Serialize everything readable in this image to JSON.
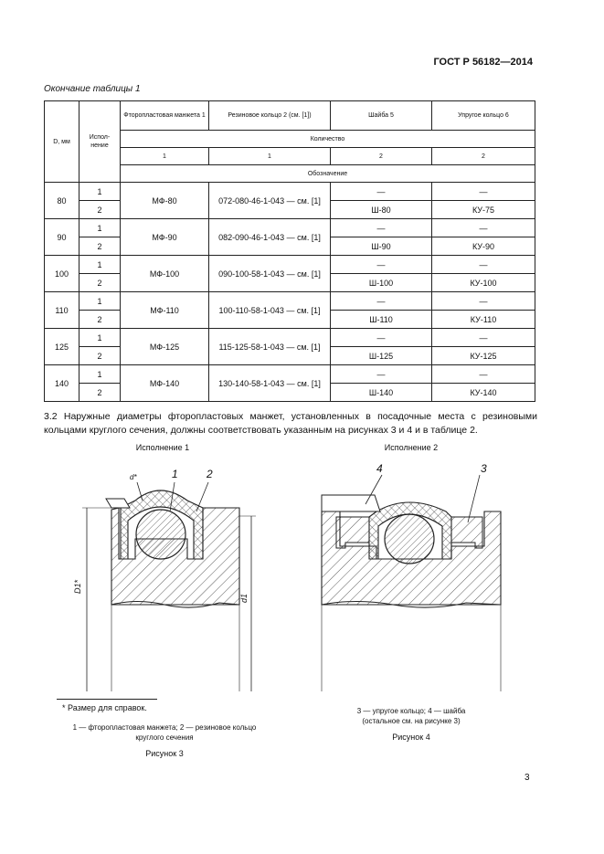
{
  "header": {
    "standard": "ГОСТ Р 56182—2014"
  },
  "table": {
    "caption": "Окончание таблицы 1",
    "col_d": "D, мм",
    "col_exec": "Испол-\nнение",
    "col_cuff": "Фторопластовая манжета 1",
    "col_ring": "Резиновое кольцо 2 (см. [1])",
    "col_washer": "Шайба 5",
    "col_spring": "Упругое кольцо 6",
    "qty_label": "Количество",
    "qty": [
      "1",
      "1",
      "2",
      "2"
    ],
    "designation_label": "Обозначение",
    "rows": [
      {
        "d": "80",
        "cuff": "МФ-80",
        "ring": "072-080-46-1-043 — см. [1]",
        "exec": [
          "1",
          "2"
        ],
        "washer": [
          "—",
          "Ш-80"
        ],
        "spring": [
          "—",
          "КУ-75"
        ]
      },
      {
        "d": "90",
        "cuff": "МФ-90",
        "ring": "082-090-46-1-043 — см. [1]",
        "exec": [
          "1",
          "2"
        ],
        "washer": [
          "—",
          "Ш-90"
        ],
        "spring": [
          "—",
          "КУ-90"
        ]
      },
      {
        "d": "100",
        "cuff": "МФ-100",
        "ring": "090-100-58-1-043 — см. [1]",
        "exec": [
          "1",
          "2"
        ],
        "washer": [
          "—",
          "Ш-100"
        ],
        "spring": [
          "—",
          "КУ-100"
        ]
      },
      {
        "d": "110",
        "cuff": "МФ-110",
        "ring": "100-110-58-1-043 — см. [1]",
        "exec": [
          "1",
          "2"
        ],
        "washer": [
          "—",
          "Ш-110"
        ],
        "spring": [
          "—",
          "КУ-110"
        ]
      },
      {
        "d": "125",
        "cuff": "МФ-125",
        "ring": "115-125-58-1-043 — см. [1]",
        "exec": [
          "1",
          "2"
        ],
        "washer": [
          "—",
          "Ш-125"
        ],
        "spring": [
          "—",
          "КУ-125"
        ]
      },
      {
        "d": "140",
        "cuff": "МФ-140",
        "ring": "130-140-58-1-043 — см. [1]",
        "exec": [
          "1",
          "2"
        ],
        "washer": [
          "—",
          "Ш-140"
        ],
        "spring": [
          "—",
          "КУ-140"
        ]
      }
    ]
  },
  "paragraph": "3.2 Наружные диаметры фторопластовых манжет, установленных в посадочные места с резиновыми кольцами круглого сечения, должны соответствовать указанным на рисунках 3 и 4 и в таблице 2.",
  "fig3": {
    "exec_label": "Исполнение 1",
    "label_d": "d*",
    "label_1": "1",
    "label_2": "2",
    "label_D1": "D1*",
    "label_d1": "d1",
    "footnote": "* Размер для справок.",
    "legend_line1": "1 — фторопластовая манжета; 2 — резиновое кольцо",
    "legend_line2": "круглого сечения",
    "caption": "Рисунок 3"
  },
  "fig4": {
    "exec_label": "Исполнение 2",
    "label_4": "4",
    "label_3": "3",
    "legend_line1": "3 — упругое кольцо; 4 — шайба",
    "legend_line2": "(остальное см. на рисунке 3)",
    "caption": "Рисунок 4"
  },
  "page_number": "3"
}
